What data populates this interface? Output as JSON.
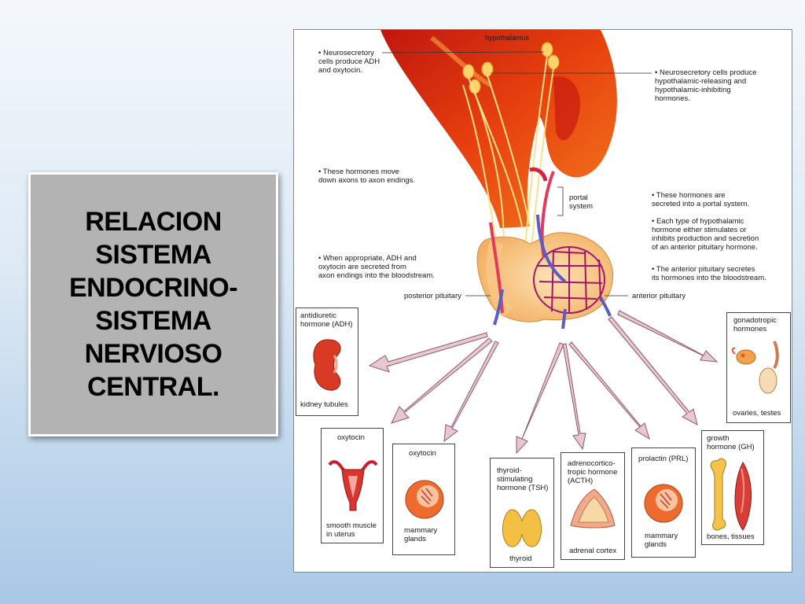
{
  "slide": {
    "title_lines": [
      "RELACION",
      "SISTEMA",
      "ENDOCRINO-",
      "SISTEMA",
      "NERVIOSO",
      "CENTRAL."
    ]
  },
  "diagram": {
    "hypothalamus": "hypothalamus",
    "note_left_1": [
      "• Neurosecretory",
      "cells produce ADH",
      "and oxytocin."
    ],
    "note_right_1": [
      "• Neurosecretory cells produce",
      "hypothalamic-releasing and",
      "hypothalamic-inhibiting",
      "hormones."
    ],
    "note_left_2": [
      "• These hormones move",
      "down axons to axon endings."
    ],
    "portal": [
      "portal",
      "system"
    ],
    "note_right_2": [
      "• These hormones are",
      "secreted into a portal system."
    ],
    "note_right_3": [
      "• Each type of hypothalamic",
      "hormone either stimulates or",
      "inhibits production and secretion",
      "of an anterior pituitary hormone."
    ],
    "note_left_3": [
      "• When appropriate, ADH and",
      "oxytocin are secreted from",
      "axon endings into the bloodstream."
    ],
    "note_right_4": [
      "• The anterior pituitary secretes",
      "its hormones into the bloodstream."
    ],
    "posterior_pituitary": "posterior pituitary",
    "anterior_pituitary": "anterior pituitary",
    "cards": {
      "adh": {
        "title": [
          "antidiuretic",
          "hormone (ADH)"
        ],
        "target": [
          "kidney tubules"
        ]
      },
      "gonad": {
        "title": [
          "gonadotropic",
          "hormones"
        ],
        "target": [
          "ovaries, testes"
        ]
      },
      "oxy1": {
        "title": [
          "oxytocin"
        ],
        "target": [
          "smooth muscle",
          "in uterus"
        ]
      },
      "oxy2": {
        "title": [
          "oxytocin"
        ],
        "target": [
          "mammary",
          "glands"
        ]
      },
      "tsh": {
        "title": [
          "thyroid-",
          "stimulating",
          "hormone (TSH)"
        ],
        "target": [
          "thyroid"
        ]
      },
      "acth": {
        "title": [
          "adrenocortico-",
          "tropic hormone",
          "(ACTH)"
        ],
        "target": [
          "adrenal cortex"
        ]
      },
      "prl": {
        "title": [
          "prolactin (PRL)"
        ],
        "target": [
          "mammary",
          "glands"
        ]
      },
      "gh": {
        "title": [
          "growth",
          "hormone (GH)"
        ],
        "target": [
          "bones, tissues"
        ]
      }
    }
  }
}
